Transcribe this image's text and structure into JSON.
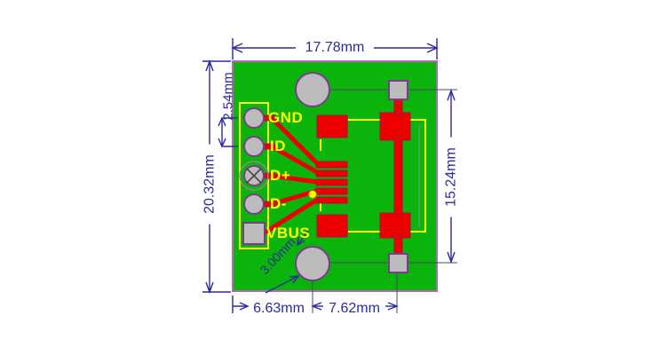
{
  "diagram": {
    "description": "micro-usb-breakout-pcb-dimension-drawing",
    "pins": [
      {
        "label": "GND"
      },
      {
        "label": "ID"
      },
      {
        "label": "D+"
      },
      {
        "label": "D-"
      },
      {
        "label": "VBUS"
      }
    ],
    "dimensions": {
      "board_width": "17.78mm",
      "board_height": "20.32mm",
      "pin_pitch": "2.54mm",
      "pad_span": "15.24mm",
      "hole_offset": "6.63mm",
      "hole_to_pad": "7.62mm",
      "hole_diameter": "3.00mm"
    },
    "colors": {
      "board_green": "#0bb40b",
      "board_outline": "#b965b9",
      "copper_red": "#ee0000",
      "silkscreen_yellow": "#ffff00",
      "pad_gray": "#bcbcbc",
      "pad_outline_purple": "#7d3a8f",
      "dimension_navy": "#2a2aa0",
      "background": "#ffffff"
    }
  }
}
